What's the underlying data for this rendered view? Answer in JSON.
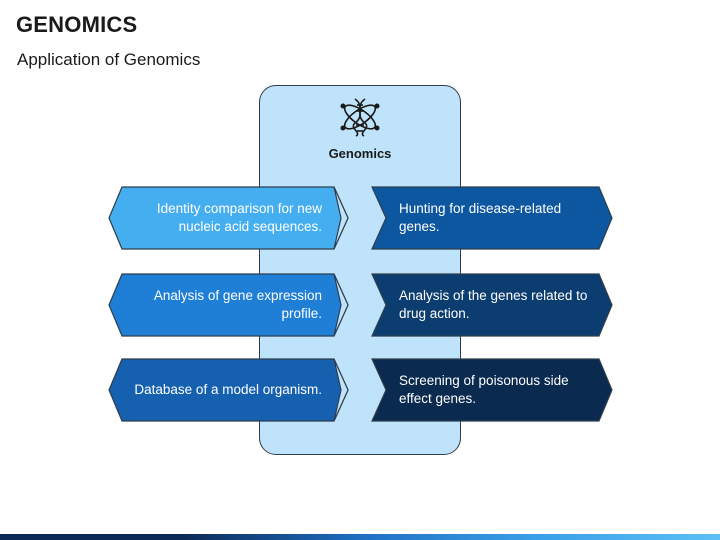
{
  "title": "GENOMICS",
  "subtitle": "Application of Genomics",
  "center": {
    "label": "Genomics",
    "icon": "dna-atom-icon"
  },
  "left_items": [
    {
      "text": "Identity comparison for new nucleic acid sequences.",
      "color": "#45aef0"
    },
    {
      "text": "Analysis of gene expression profile.",
      "color": "#1f7fd6"
    },
    {
      "text": "Database of a model organism.",
      "color": "#1660b0"
    }
  ],
  "right_items": [
    {
      "text": "Hunting for disease-related genes.",
      "color": "#0d57a0"
    },
    {
      "text": "Analysis of the genes related to drug action.",
      "color": "#0c3d70"
    },
    {
      "text": "Screening of poisonous side effect genes.",
      "color": "#0a2a50"
    }
  ],
  "colors": {
    "center_fill": "#bfe3fb",
    "outline": "#2f3e4c"
  }
}
